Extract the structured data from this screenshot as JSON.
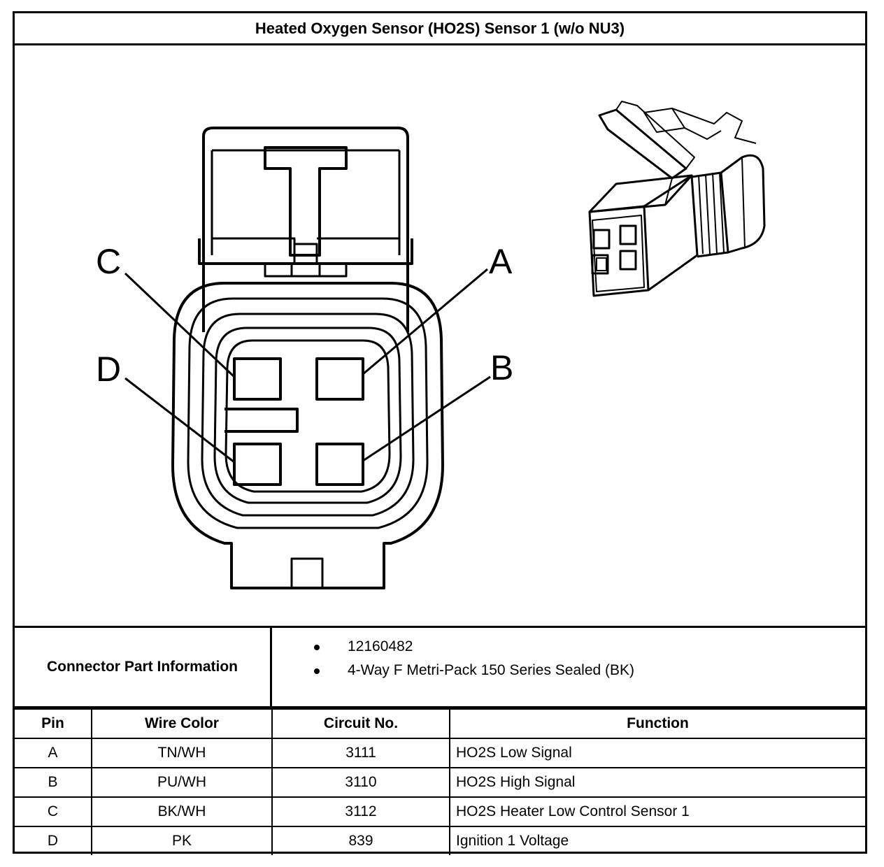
{
  "title": "Heated Oxygen Sensor (HO2S) Sensor 1 (w/o NU3)",
  "diagram": {
    "pin_labels": {
      "A": "A",
      "B": "B",
      "C": "C",
      "D": "D"
    }
  },
  "connector_info": {
    "label": "Connector Part Information",
    "items": [
      "12160482",
      "4-Way F Metri-Pack 150 Series Sealed (BK)"
    ]
  },
  "pin_table": {
    "headers": {
      "pin": "Pin",
      "wire_color": "Wire Color",
      "circuit": "Circuit No.",
      "function": "Function"
    },
    "rows": [
      {
        "pin": "A",
        "wire_color": "TN/WH",
        "circuit": "3111",
        "function": "HO2S Low Signal"
      },
      {
        "pin": "B",
        "wire_color": "PU/WH",
        "circuit": "3110",
        "function": "HO2S High Signal"
      },
      {
        "pin": "C",
        "wire_color": "BK/WH",
        "circuit": "3112",
        "function": "HO2S Heater Low Control Sensor 1"
      },
      {
        "pin": "D",
        "wire_color": "PK",
        "circuit": "839",
        "function": "Ignition 1 Voltage"
      }
    ]
  }
}
